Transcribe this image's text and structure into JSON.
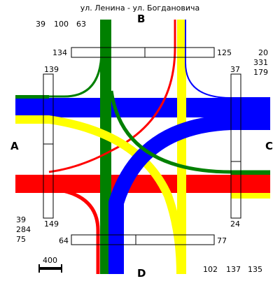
{
  "title": "ул. Ленина - ул. Богдановича",
  "directions": {
    "north": "B",
    "south": "D",
    "west": "A",
    "east": "C"
  },
  "colors": {
    "green": "#008000",
    "blue": "#0000ff",
    "red": "#ff0000",
    "yellow": "#ffff00",
    "outline": "#000000"
  },
  "counts": {
    "top_left": [
      "39",
      "100",
      "63"
    ],
    "top_bar_left": "134",
    "top_bar_right": "125",
    "right_top": [
      "20",
      "331",
      "179"
    ],
    "left_bar_top": "139",
    "right_bar_top": "37",
    "left_bottom": [
      "39",
      "284",
      "75"
    ],
    "left_bar_bottom": "149",
    "right_bar_bottom": "24",
    "bottom_bar_left": "64",
    "bottom_bar_right": "77",
    "bottom_right": [
      "102",
      "137",
      "135"
    ]
  },
  "scale_label": "400"
}
